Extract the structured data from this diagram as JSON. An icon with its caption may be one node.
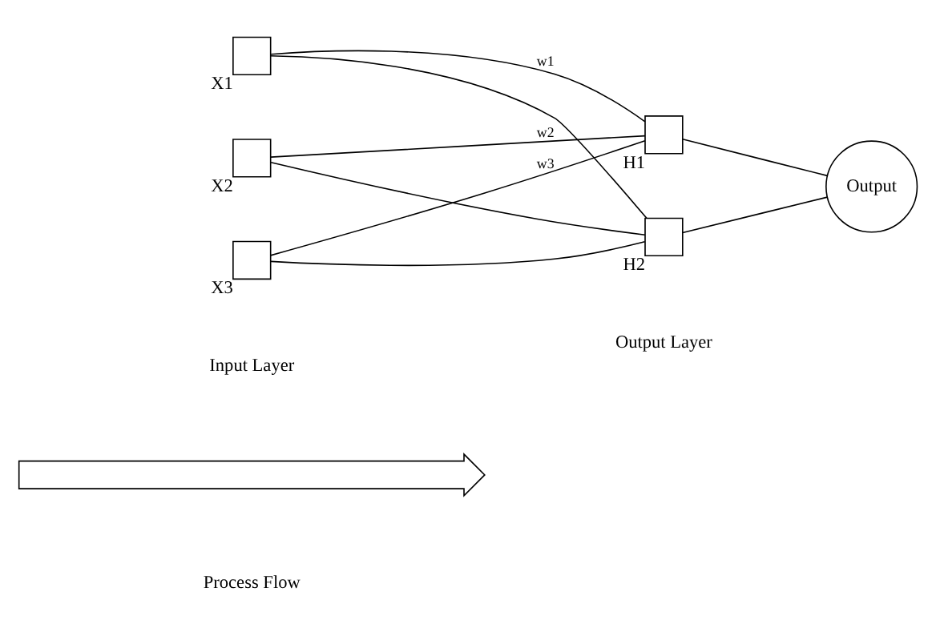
{
  "diagram": {
    "nodes": [
      {
        "text": [],
        "shape": "box",
        "beside": [
          "X1"
        ]
      },
      {
        "text": [],
        "shape": "box",
        "beside": [
          "X2"
        ]
      },
      {
        "text": [],
        "shape": "box",
        "beside": [
          "X3"
        ]
      },
      {
        "text": [],
        "shape": "box",
        "beside": [
          "H1"
        ]
      },
      {
        "text": [],
        "shape": "box",
        "beside": [
          "H2"
        ]
      },
      {
        "text": [
          "Output"
        ]
      },
      {
        "text": [],
        "shape": "arrow"
      }
    ],
    "edges": [
      {
        "from": 0,
        "to": 3,
        "arrow": "none",
        "label": "w1"
      },
      {
        "from": 0,
        "to": 4,
        "arrow": "none"
      },
      {
        "from": 1,
        "to": 3,
        "arrow": "none",
        "label": "w2"
      },
      {
        "from": 1,
        "to": 4,
        "arrow": "none"
      },
      {
        "from": 2,
        "to": 3,
        "arrow": "none",
        "label": "w3"
      },
      {
        "from": 2,
        "to": 4,
        "arrow": "none"
      },
      {
        "from": 3,
        "to": 5,
        "arrow": "none"
      },
      {
        "from": 4,
        "to": 5,
        "arrow": "none"
      }
    ],
    "labels": [
      "Input Layer",
      "Output Layer",
      "Process Flow"
    ]
  }
}
